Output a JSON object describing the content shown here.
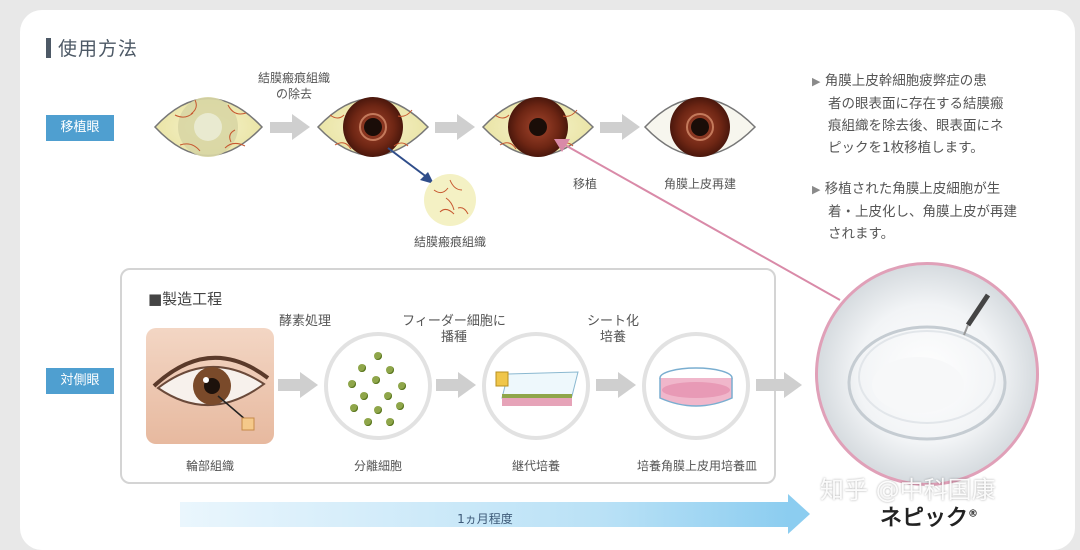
{
  "title": "使用方法",
  "rows": {
    "transplant": "移植眼",
    "contralateral": "対側眼"
  },
  "top_flow": {
    "remove_label_line1": "結膜瘢痕組織",
    "remove_label_line2": "の除去",
    "removed_tissue_label": "結膜瘢痕組織",
    "transplant_label": "移植",
    "rebuild_label": "角膜上皮再建"
  },
  "description": {
    "item1_line1": "角膜上皮幹細胞疲弊症の患",
    "item1_line2": "者の眼表面に存在する結膜瘢",
    "item1_line3": "痕組織を除去後、眼表面にネ",
    "item1_line4": "ピックを1枚移植します。",
    "item2_line1": "移植された角膜上皮細胞が生",
    "item2_line2": "着・上皮化し、角膜上皮が再建",
    "item2_line3": "されます。"
  },
  "process": {
    "title": "■製造工程",
    "step1_top": "酵素処理",
    "step2_top_line1": "フィーダー細胞に",
    "step2_top_line2": "播種",
    "step3_top_line1": "シート化",
    "step3_top_line2": "培養",
    "label_tissue": "輪部組織",
    "label_isolated": "分離細胞",
    "label_passage": "継代培養",
    "label_dish": "培養角膜上皮用培養皿"
  },
  "timeline_label": "1ヵ月程度",
  "brand": "ネピック",
  "brand_mark": "®",
  "watermark": "知乎 @中科国康",
  "colors": {
    "badge": "#4f9fd0",
    "arrow": "#cfcfcf",
    "pink_line": "#d98aa8",
    "timeline": "#8ccdf0",
    "iris": "#7a2a1a",
    "sclera": "#f1edb6"
  }
}
